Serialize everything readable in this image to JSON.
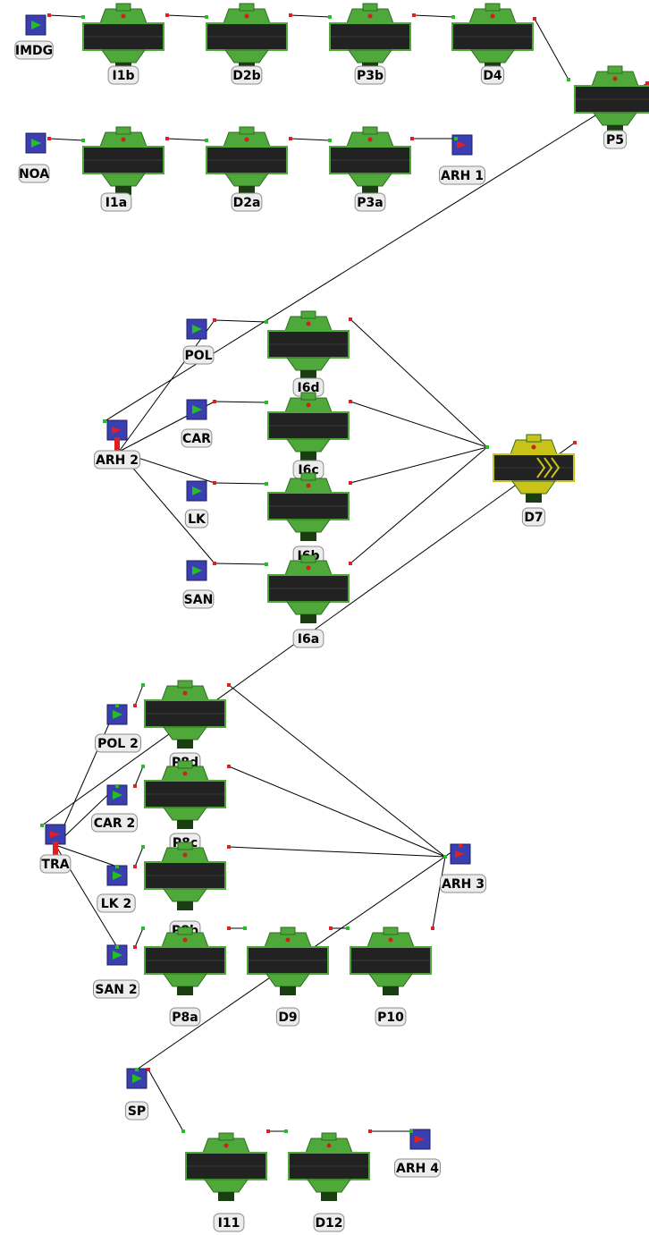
{
  "colors": {
    "source": "#3a3fb0",
    "source_arrow": "#22c022",
    "sink": "#3a3fb0",
    "sink_arrow": "#e02020",
    "machine_body": "#4fa83a",
    "machine_dark": "#2e6b20",
    "belt": "#222222",
    "highlight_body": "#c9c218",
    "link": "#000000",
    "port_out": "#e02020",
    "port_in": "#22c022"
  },
  "sources": [
    {
      "id": "IMDG",
      "label": "IMDG"
    },
    {
      "id": "NOA",
      "label": "NOA"
    },
    {
      "id": "POL",
      "label": "POL"
    },
    {
      "id": "CAR",
      "label": "CAR"
    },
    {
      "id": "LK",
      "label": "LK"
    },
    {
      "id": "SAN",
      "label": "SAN"
    },
    {
      "id": "POL2",
      "label": "POL 2"
    },
    {
      "id": "CAR2",
      "label": "CAR 2"
    },
    {
      "id": "LK2",
      "label": "LK 2"
    },
    {
      "id": "SAN2",
      "label": "SAN 2"
    },
    {
      "id": "SP",
      "label": "SP"
    }
  ],
  "sinks": [
    {
      "id": "ARH1",
      "label": "ARH 1"
    },
    {
      "id": "ARH2",
      "label": "ARH 2"
    },
    {
      "id": "ARH3",
      "label": "ARH 3"
    },
    {
      "id": "ARH4",
      "label": "ARH 4"
    },
    {
      "id": "TRA",
      "label": "TRA"
    }
  ],
  "machines": [
    {
      "id": "I1b",
      "label": "I1b"
    },
    {
      "id": "D2b",
      "label": "D2b"
    },
    {
      "id": "P3b",
      "label": "P3b"
    },
    {
      "id": "D4",
      "label": "D4"
    },
    {
      "id": "P5",
      "label": "P5"
    },
    {
      "id": "I1a",
      "label": "I1a"
    },
    {
      "id": "D2a",
      "label": "D2a"
    },
    {
      "id": "P3a",
      "label": "P3a"
    },
    {
      "id": "I6d",
      "label": "I6d"
    },
    {
      "id": "I6c",
      "label": "I6c"
    },
    {
      "id": "I6b",
      "label": "I6b"
    },
    {
      "id": "I6a",
      "label": "I6a"
    },
    {
      "id": "D7",
      "label": "D7",
      "highlight": true
    },
    {
      "id": "P8d",
      "label": "P8d"
    },
    {
      "id": "P8c",
      "label": "P8c"
    },
    {
      "id": "P8b",
      "label": "P8b"
    },
    {
      "id": "P8a",
      "label": "P8a"
    },
    {
      "id": "D9",
      "label": "D9"
    },
    {
      "id": "P10",
      "label": "P10"
    },
    {
      "id": "I11",
      "label": "I11"
    },
    {
      "id": "D12",
      "label": "D12"
    }
  ],
  "links": [
    [
      "IMDG",
      "I1b"
    ],
    [
      "I1b",
      "D2b"
    ],
    [
      "D2b",
      "P3b"
    ],
    [
      "P3b",
      "D4"
    ],
    [
      "D4",
      "P5"
    ],
    [
      "NOA",
      "I1a"
    ],
    [
      "I1a",
      "D2a"
    ],
    [
      "D2a",
      "P3a"
    ],
    [
      "P3a",
      "ARH1"
    ],
    [
      "P5",
      "ARH2"
    ],
    [
      "ARH2",
      "POL"
    ],
    [
      "ARH2",
      "CAR"
    ],
    [
      "ARH2",
      "LK"
    ],
    [
      "ARH2",
      "SAN"
    ],
    [
      "POL",
      "I6d"
    ],
    [
      "CAR",
      "I6c"
    ],
    [
      "LK",
      "I6b"
    ],
    [
      "SAN",
      "I6a"
    ],
    [
      "I6d",
      "D7"
    ],
    [
      "I6c",
      "D7"
    ],
    [
      "I6b",
      "D7"
    ],
    [
      "I6a",
      "D7"
    ],
    [
      "D7",
      "TRA"
    ],
    [
      "TRA",
      "POL2"
    ],
    [
      "TRA",
      "CAR2"
    ],
    [
      "TRA",
      "LK2"
    ],
    [
      "TRA",
      "SAN2"
    ],
    [
      "POL2",
      "P8d"
    ],
    [
      "CAR2",
      "P8c"
    ],
    [
      "LK2",
      "P8b"
    ],
    [
      "SAN2",
      "P8a"
    ],
    [
      "P8d",
      "ARH3"
    ],
    [
      "P8c",
      "ARH3"
    ],
    [
      "P8b",
      "ARH3"
    ],
    [
      "P8a",
      "D9"
    ],
    [
      "D9",
      "P10"
    ],
    [
      "P10",
      "ARH3"
    ],
    [
      "ARH3",
      "SP"
    ],
    [
      "SP",
      "I11"
    ],
    [
      "I11",
      "D12"
    ],
    [
      "D12",
      "ARH4"
    ]
  ]
}
